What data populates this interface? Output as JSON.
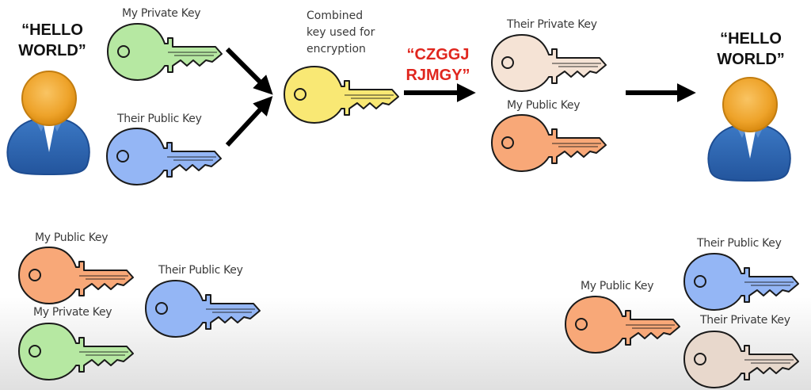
{
  "sender": {
    "message_line1": "“HELLO",
    "message_line2": "WORLD”",
    "icon": "person-icon"
  },
  "receiver": {
    "message_line1": "“HELLO",
    "message_line2": "WORLD”",
    "icon": "person-icon"
  },
  "encrypt_keys": [
    {
      "label": "My Private Key",
      "color": "#b6e8a2",
      "icon": "key-icon"
    },
    {
      "label": "Their Public Key",
      "color": "#94b6f5",
      "icon": "key-icon"
    }
  ],
  "combined_key": {
    "label_line1": "Combined",
    "label_line2": "key used for",
    "label_line3": "encryption",
    "color": "#f9e874",
    "icon": "key-icon"
  },
  "ciphertext": {
    "line1": "“CZGGJ",
    "line2": "RJMGY”",
    "color": "#e0261e"
  },
  "decrypt_keys": [
    {
      "label": "Their Private Key",
      "color": "#f5e3d5",
      "icon": "key-icon"
    },
    {
      "label": "My Public Key",
      "color": "#f8a878",
      "icon": "key-icon"
    }
  ],
  "bottom_left_keys": [
    {
      "label": "My Public Key",
      "color": "#f8a878",
      "icon": "key-icon"
    },
    {
      "label": "Their Public Key",
      "color": "#94b6f5",
      "icon": "key-icon"
    },
    {
      "label": "My Private Key",
      "color": "#b6e8a2",
      "icon": "key-icon"
    }
  ],
  "bottom_right_keys": [
    {
      "label": "Their Public Key",
      "color": "#94b6f5",
      "icon": "key-icon"
    },
    {
      "label": "My Public Key",
      "color": "#f8a878",
      "icon": "key-icon"
    },
    {
      "label": "Their Private Key",
      "color": "#e8d8cc",
      "icon": "key-icon"
    }
  ],
  "colors": {
    "head": "#f0a020",
    "body": "#2f66b2",
    "arrow": "#000000",
    "outline": "#1a1a1a"
  }
}
